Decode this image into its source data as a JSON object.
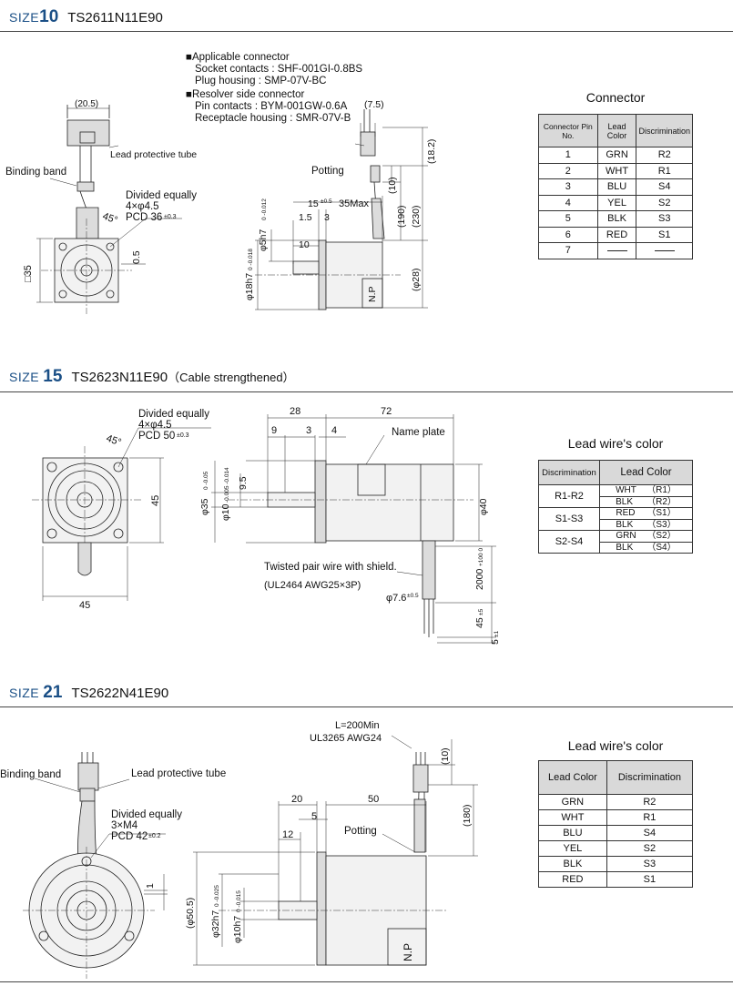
{
  "sections": [
    {
      "size_label": "SIZE",
      "size_number": "10",
      "model": "TS2611N11E90",
      "note": ""
    },
    {
      "size_label": "SIZE",
      "size_number": "15",
      "model": "TS2623N11E90",
      "note": "（Cable strengthened）"
    },
    {
      "size_label": "SIZE",
      "size_number": "21",
      "model": "TS2622N41E90",
      "note": ""
    }
  ],
  "s10": {
    "connector_notes": [
      "■Applicable connector",
      "Socket contacts : SHF-001GI-0.8BS",
      "Plug housing : SMP-07V-BC",
      "■Resolver side connector",
      "Pin contacts : BYM-001GW-0.6A",
      "Receptacle housing : SMR-07V-B"
    ],
    "labels": {
      "lead_tube": "Lead protective tube",
      "binding_band": "Binding band",
      "divided": "Divided equally",
      "holes": "4×φ4.5",
      "pcd": "PCD 36",
      "pcd_tol": "±0.3",
      "angle": "45°",
      "dim_205": "(20.5)",
      "dim_05": "0.5",
      "square": "□35",
      "dim_75": "(7.5)",
      "potting": "Potting",
      "dim_182": "(18.2)",
      "dim_10": "(10)",
      "dim_190": "(190)",
      "dim_230": "(230)",
      "dim_15": "15",
      "dim_15_tol": "±0.5",
      "dim_35max": "35Max",
      "dim_1_5": "1.5",
      "dim_3": "3",
      "dim_10b": "10",
      "phi5": "φ5h7",
      "phi5_tol": "0 -0.012",
      "phi18": "φ18h7",
      "phi18_tol": "0 -0.018",
      "phi28": "(φ28)",
      "np": "N.P"
    },
    "table": {
      "title": "Connector",
      "headers": [
        "Connector Pin No.",
        "Lead Color",
        "Discrimination"
      ],
      "rows": [
        [
          "1",
          "GRN",
          "R2"
        ],
        [
          "2",
          "WHT",
          "R1"
        ],
        [
          "3",
          "BLU",
          "S4"
        ],
        [
          "4",
          "YEL",
          "S2"
        ],
        [
          "5",
          "BLK",
          "S3"
        ],
        [
          "6",
          "RED",
          "S1"
        ],
        [
          "7",
          "",
          ""
        ]
      ]
    }
  },
  "s15": {
    "labels": {
      "divided": "Divided equally",
      "holes": "4×φ4.5",
      "pcd": "PCD 50",
      "pcd_tol": "±0.3",
      "angle": "45°",
      "dim_45v": "45",
      "dim_45h": "45",
      "dim_28": "28",
      "dim_72": "72",
      "dim_9": "9",
      "dim_3": "3",
      "dim_4": "4",
      "name_plate": "Name plate",
      "dim_95": "9.5",
      "phi35": "φ35",
      "phi35_tol": "0 -0.05",
      "phi10": "φ10",
      "phi10_tol": "-0.005 -0.014",
      "phi40": "φ40",
      "twisted": "Twisted pair wire with shield.",
      "ul": "(UL2464 AWG25×3P)",
      "phi76": "φ7.6",
      "phi76_tol": "±0.5",
      "dim_2000": "2000",
      "dim_2000_tol": "+100 0",
      "dim_45c": "45",
      "dim_45c_tol": "±5",
      "dim_5": "5",
      "dim_5_tol": "±1"
    },
    "table": {
      "title": "Lead wire's color",
      "headers": [
        "Discrimination",
        "Lead Color"
      ],
      "rows": [
        {
          "disc": "R1-R2",
          "leads": [
            [
              "WHT",
              "（R1）"
            ],
            [
              "BLK",
              "（R2）"
            ]
          ]
        },
        {
          "disc": "S1-S3",
          "leads": [
            [
              "RED",
              "（S1）"
            ],
            [
              "BLK",
              "（S3）"
            ]
          ]
        },
        {
          "disc": "S2-S4",
          "leads": [
            [
              "GRN",
              "（S2）"
            ],
            [
              "BLK",
              "（S4）"
            ]
          ]
        }
      ]
    }
  },
  "s21": {
    "labels": {
      "binding_band": "Binding band",
      "lead_tube": "Lead protective tube",
      "divided": "Divided equally",
      "holes": "3×M4",
      "pcd": "PCD 42",
      "pcd_tol": "±0.2",
      "dim_1": "1",
      "l200": "L=200Min",
      "ul": "UL3265 AWG24",
      "dim_10": "(10)",
      "dim_20": "20",
      "dim_50": "50",
      "dim_5": "5",
      "dim_12": "12",
      "potting": "Potting",
      "dim_180": "(180)",
      "phi505": "(φ50.5)",
      "phi32": "φ32h7",
      "phi32_tol": "0 -0.025",
      "phi10": "φ10h7",
      "phi10_tol": "0 -0.015",
      "np": "N.P"
    },
    "table": {
      "title": "Lead wire's color",
      "headers": [
        "Lead Color",
        "Discrimination"
      ],
      "rows": [
        [
          "GRN",
          "R2"
        ],
        [
          "WHT",
          "R1"
        ],
        [
          "BLU",
          "S4"
        ],
        [
          "YEL",
          "S2"
        ],
        [
          "BLK",
          "S3"
        ],
        [
          "RED",
          "S1"
        ]
      ]
    }
  }
}
